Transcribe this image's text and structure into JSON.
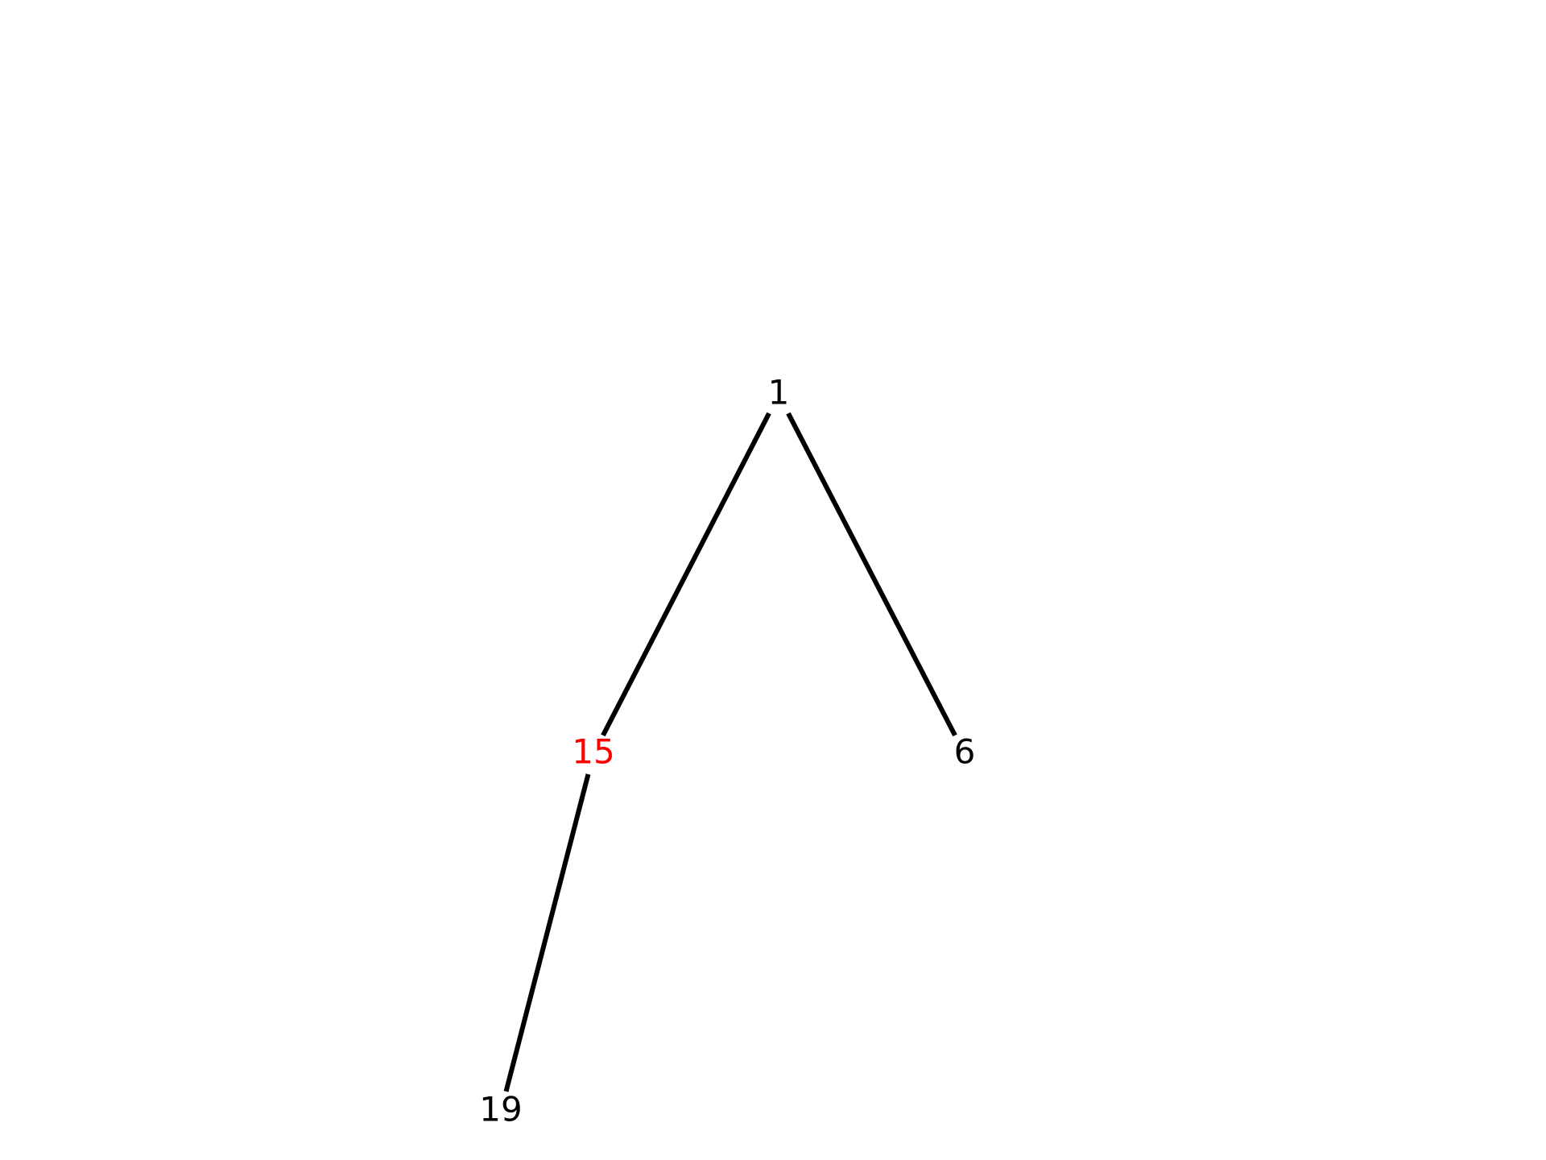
{
  "tree": {
    "nodes": [
      {
        "id": "n1",
        "label": "1",
        "color": "#000000"
      },
      {
        "id": "n15",
        "label": "15",
        "color": "#ff0000"
      },
      {
        "id": "n6",
        "label": "6",
        "color": "#000000"
      },
      {
        "id": "n19",
        "label": "19",
        "color": "#000000"
      }
    ],
    "edges": [
      {
        "from": "n1",
        "to": "n15"
      },
      {
        "from": "n1",
        "to": "n6"
      },
      {
        "from": "n15",
        "to": "n19"
      }
    ],
    "highlighted_node": "15",
    "colors": {
      "edge": "#000000",
      "highlight": "#ff0000",
      "default": "#000000"
    }
  }
}
